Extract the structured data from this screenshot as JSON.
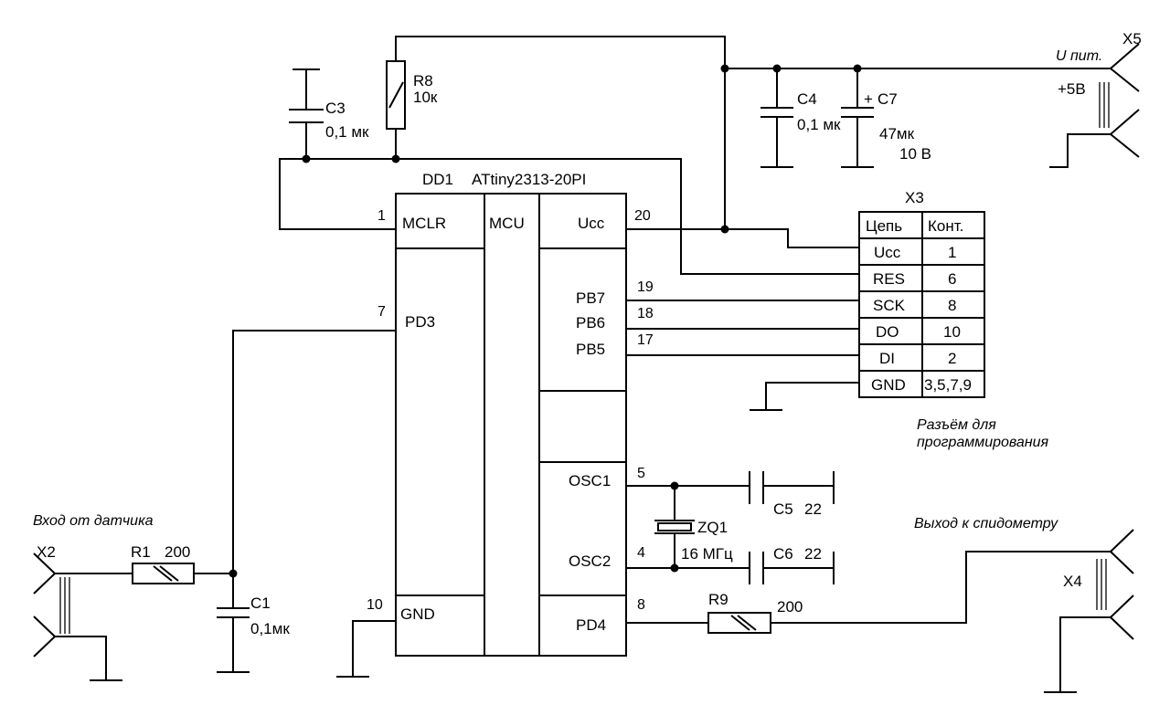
{
  "chip": {
    "name": "DD1",
    "part": "ATtiny2313-20PI",
    "core": "MCU",
    "left_pins": [
      {
        "num": "1",
        "name": "MCLR"
      },
      {
        "num": "7",
        "name": "PD3"
      },
      {
        "num": "10",
        "name": "GND"
      }
    ],
    "right_pins": [
      {
        "num": "20",
        "name": "Ucc"
      },
      {
        "num": "19",
        "name": "PB7"
      },
      {
        "num": "18",
        "name": "PB6"
      },
      {
        "num": "17",
        "name": "PB5"
      },
      {
        "num": "5",
        "name": "OSC1"
      },
      {
        "num": "4",
        "name": "OSC2"
      },
      {
        "num": "8",
        "name": "PD4"
      }
    ]
  },
  "components": {
    "c3": {
      "ref": "C3",
      "value": "0,1 мк"
    },
    "r8": {
      "ref": "R8",
      "value": "10к"
    },
    "c4": {
      "ref": "C4",
      "value": "0,1 мк"
    },
    "c7": {
      "ref": "C7",
      "plus": "+",
      "value": "47мк",
      "voltage": "10 В"
    },
    "c1": {
      "ref": "C1",
      "value": "0,1мк"
    },
    "r1": {
      "ref": "R1",
      "value": "200"
    },
    "r9": {
      "ref": "R9",
      "value": "200"
    },
    "c5": {
      "ref": "C5",
      "value": "22"
    },
    "c6": {
      "ref": "C6",
      "value": "22"
    },
    "zq1": {
      "ref": "ZQ1",
      "value": "16 МГц"
    }
  },
  "connectors": {
    "x5": {
      "ref": "X5",
      "label": "U пит.",
      "voltage": "+5В"
    },
    "x2": {
      "ref": "X2",
      "label": "Вход от датчика"
    },
    "x4": {
      "ref": "X4",
      "label": "Выход к спидометру"
    },
    "x3": {
      "ref": "X3",
      "headers": [
        "Цепь",
        "Конт."
      ],
      "rows": [
        [
          "Ucc",
          "1"
        ],
        [
          "RES",
          "6"
        ],
        [
          "SCK",
          "8"
        ],
        [
          "DO",
          "10"
        ],
        [
          "DI",
          "2"
        ],
        [
          "GND",
          "3,5,7,9"
        ]
      ],
      "caption_line1": "Разъём для",
      "caption_line2": "программирования"
    }
  }
}
